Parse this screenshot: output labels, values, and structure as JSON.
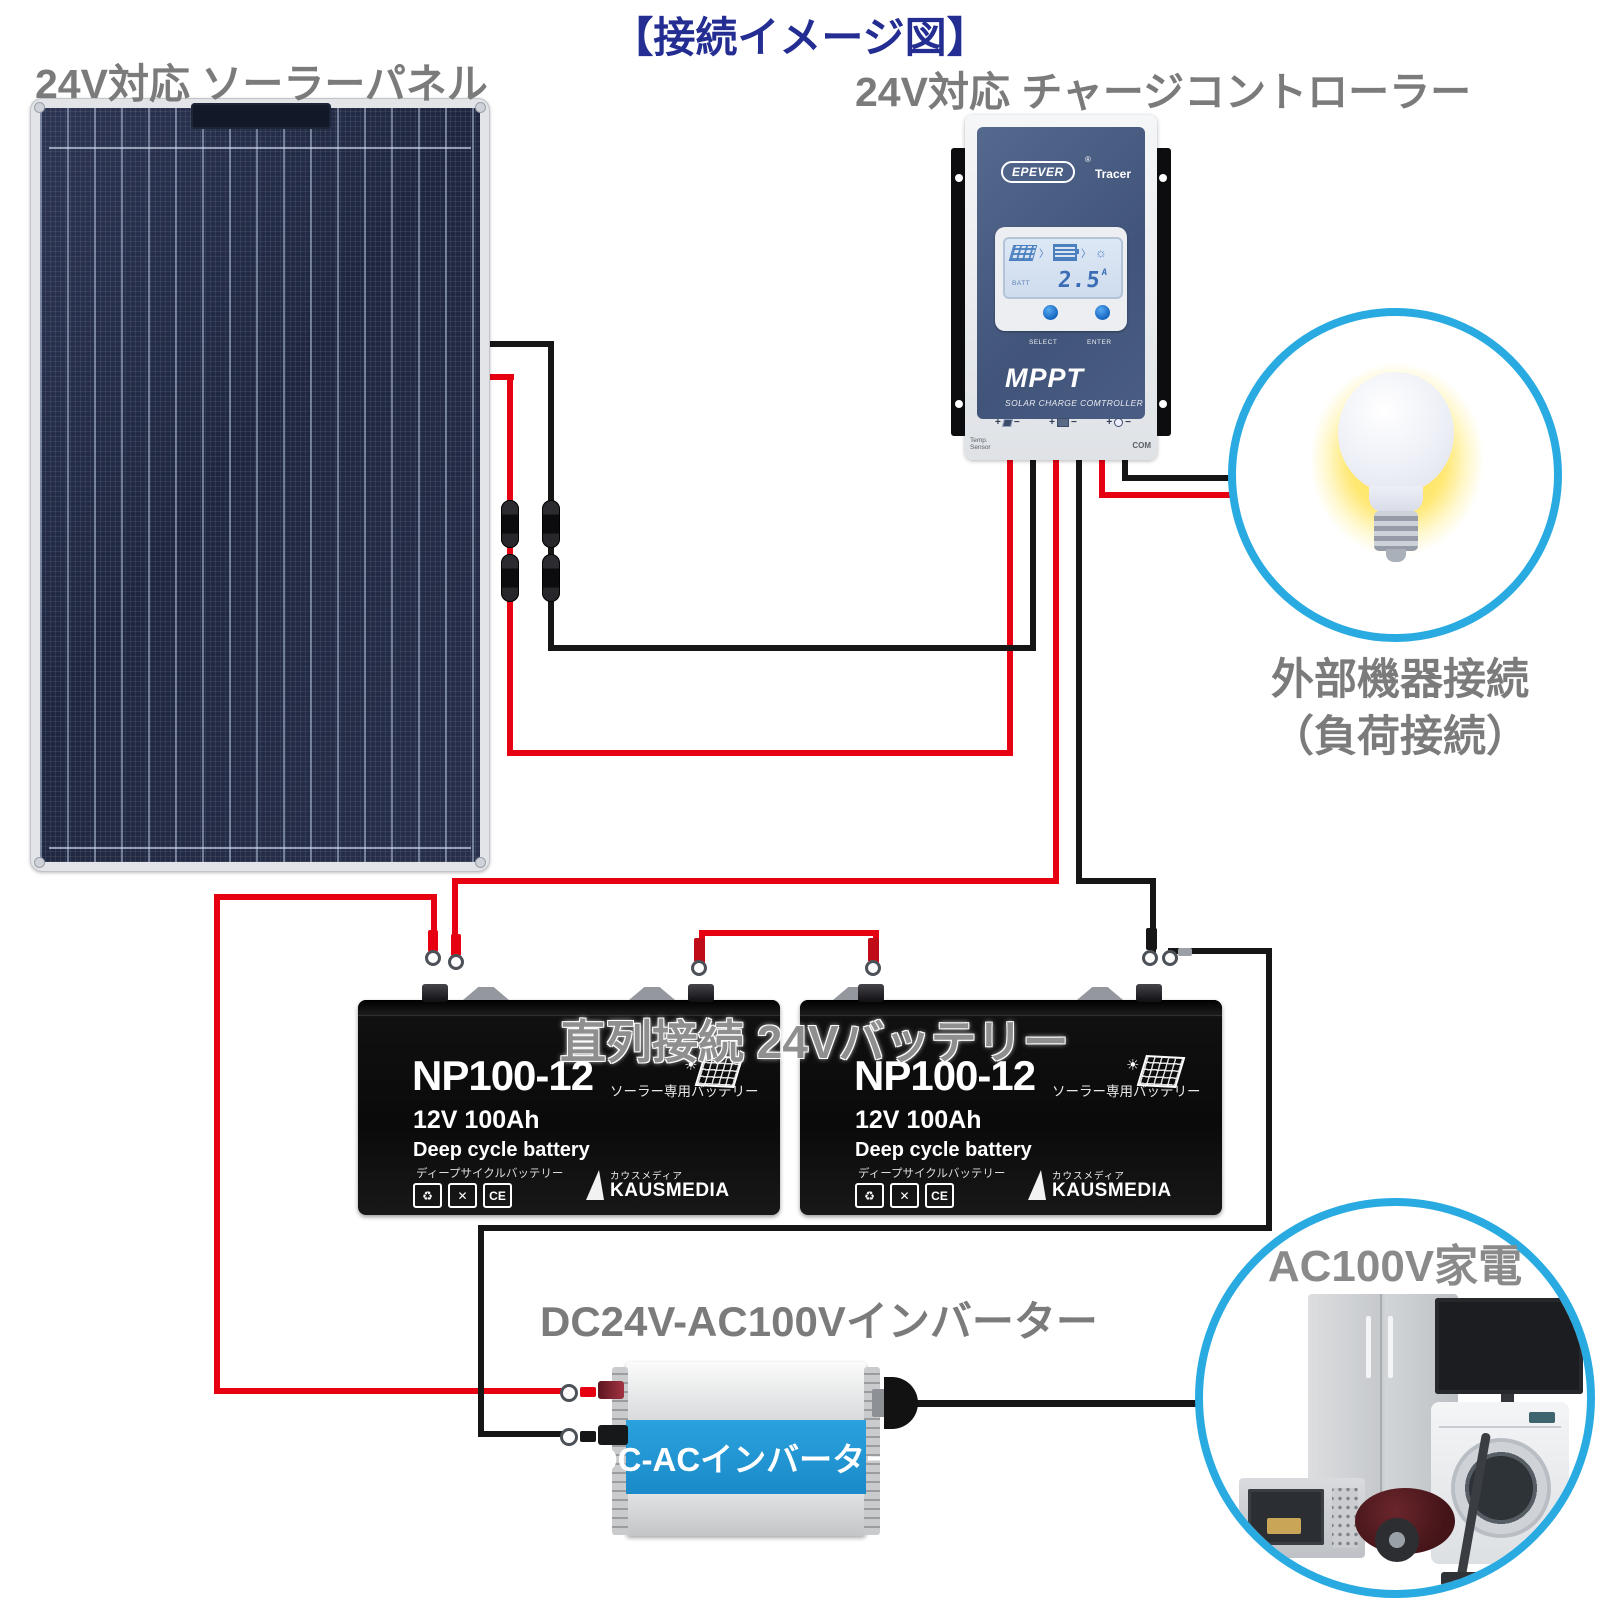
{
  "title": "【接続イメージ図】",
  "labels": {
    "solar_panel": "24V対応 ソーラーパネル",
    "charge_controller": "24V対応 チャージコントローラー",
    "load_line1": "外部機器接続",
    "load_line2": "（負荷接続）",
    "battery_overlay": "直列接続 24Vバッテリー",
    "inverter": "DC24V-AC100Vインバーター",
    "appliances": "AC100V家電"
  },
  "controller": {
    "brand": "EPEVER",
    "reg_mark": "®",
    "model": "Tracer",
    "lcd_batt": "BATT",
    "lcd_value": "2.5",
    "lcd_unit": "A",
    "lcd_arrow": "〉",
    "button_select": "SELECT",
    "button_enter": "ENTER",
    "mppt": "MPPT",
    "subtitle": "SOLAR CHARGE COMTROLLER",
    "temp_sensor_line1": "Temp.",
    "temp_sensor_line2": "Sensor",
    "com": "COM",
    "plus": "+",
    "minus": "−"
  },
  "battery": {
    "model": "NP100-12",
    "subtitle_jp": "ソーラー専用バッテリー",
    "capacity": "12V 100Ah",
    "type_en": "Deep cycle battery",
    "type_jp": "ディープサイクルバッテリー",
    "cert_recycle": "♻",
    "cert_bin": "✕",
    "cert_ce": "CE",
    "brand_jp": "カウスメディア",
    "brand": "KAUSMEDIA",
    "sun_icon": "☀"
  },
  "inverter_panel_text": "DC-ACインバーター",
  "colors": {
    "wire_red": "#e60012",
    "wire_black": "#161616",
    "circle_cyan": "#29abe2",
    "title_navy": "#232d92",
    "label_gray": "#7b7b7b",
    "controller_navy": "#4a5d84",
    "inverter_blue": "#1e97d4",
    "bulb_glow_yellow": "#ffe14d"
  }
}
